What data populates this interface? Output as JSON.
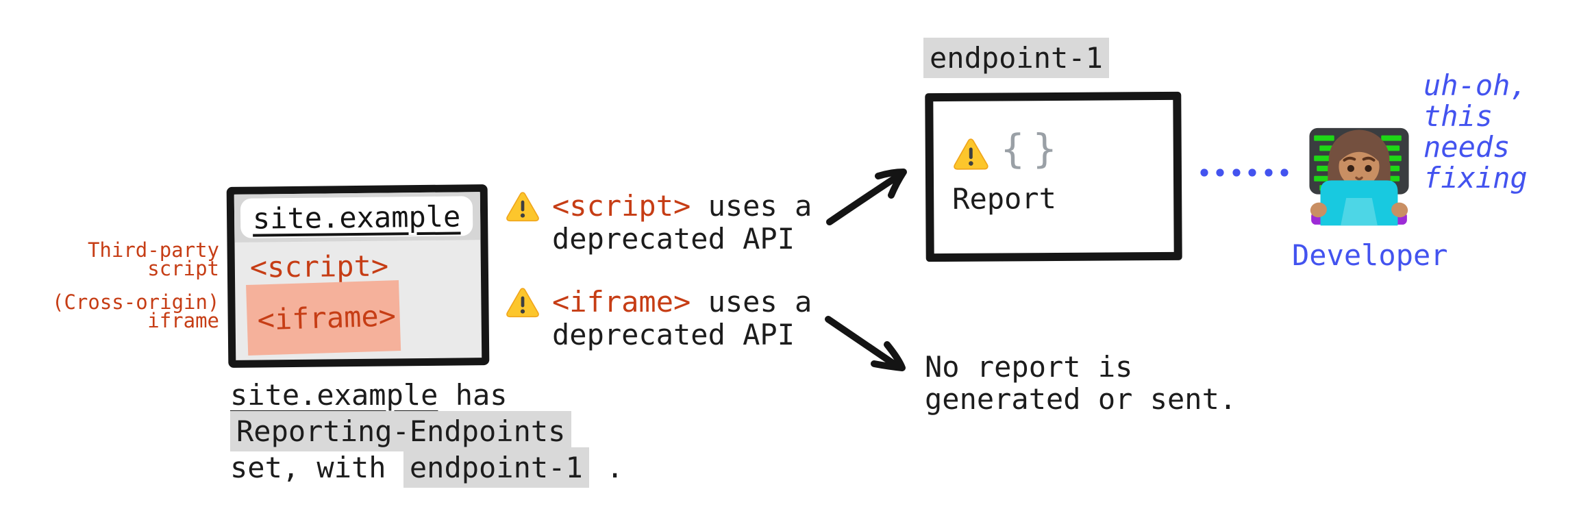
{
  "colors": {
    "red": "#c63d15",
    "salmon_highlight": "#f5b19b",
    "gray_highlight": "#d9d9d9",
    "browser_body_gray": "#eaeaea",
    "titlebar_gray": "#d6d6d6",
    "ink_black": "#161616",
    "blue": "#4353ef",
    "warning_yellow": "#fcc62c",
    "braces_gray": "#9aa0a6"
  },
  "browser": {
    "title": "site.example",
    "script_tag": "<script>",
    "iframe_tag": "<iframe>",
    "label_third_party_line1": "Third-party",
    "label_third_party_line2": "script",
    "label_cross_origin_line1": "(Cross-origin)",
    "label_cross_origin_line2": "iframe"
  },
  "caption": {
    "site": "site.example",
    "has": " has",
    "reporting_endpoints": "Reporting-Endpoints",
    "set_with": "set, with ",
    "endpoint": "endpoint-1",
    "period": " ."
  },
  "warnings": [
    {
      "icon": "warning-icon",
      "tag": "<script>",
      "suffix": " uses a",
      "line2": "deprecated API"
    },
    {
      "icon": "warning-icon",
      "tag": "<iframe>",
      "suffix": " uses a",
      "line2": "deprecated API"
    }
  ],
  "endpoint_box": {
    "label": "endpoint-1",
    "report_icon": "warning-icon",
    "braces": "{}",
    "report": "Report"
  },
  "no_report": {
    "line1": "No report is",
    "line2": "generated or sent."
  },
  "developer": {
    "emoji": "woman-technologist-emoji",
    "thought": [
      "uh-oh,",
      "this",
      "needs",
      "fixing"
    ],
    "label": "Developer"
  }
}
